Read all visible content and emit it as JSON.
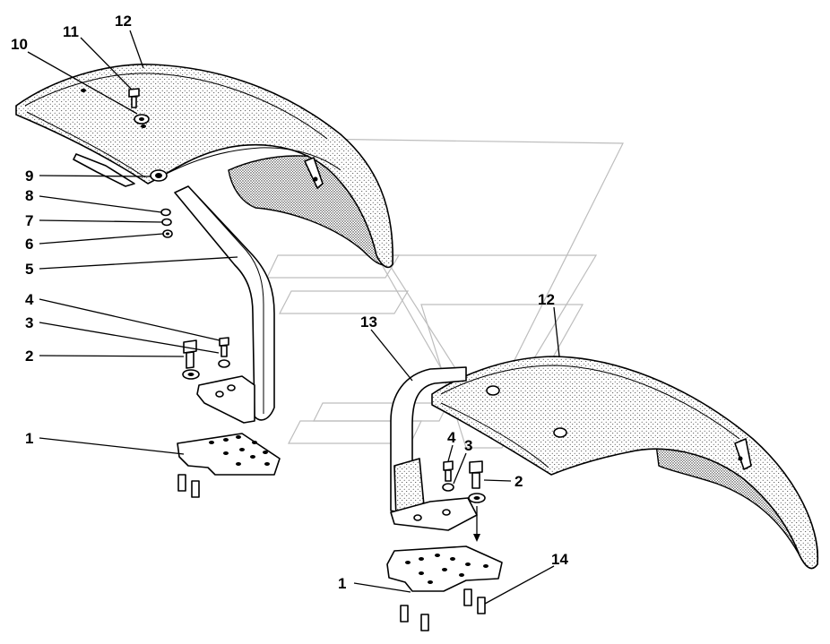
{
  "diagram": {
    "type": "exploded parts diagram",
    "callouts": [
      {
        "id": "c10",
        "text": "10"
      },
      {
        "id": "c11",
        "text": "11"
      },
      {
        "id": "c12a",
        "text": "12"
      },
      {
        "id": "c9",
        "text": "9"
      },
      {
        "id": "c8",
        "text": "8"
      },
      {
        "id": "c7",
        "text": "7"
      },
      {
        "id": "c6",
        "text": "6"
      },
      {
        "id": "c5",
        "text": "5"
      },
      {
        "id": "c4a",
        "text": "4"
      },
      {
        "id": "c3a",
        "text": "3"
      },
      {
        "id": "c2a",
        "text": "2"
      },
      {
        "id": "c1a",
        "text": "1"
      },
      {
        "id": "c13",
        "text": "13"
      },
      {
        "id": "c12b",
        "text": "12"
      },
      {
        "id": "c4b",
        "text": "4"
      },
      {
        "id": "c3b",
        "text": "3"
      },
      {
        "id": "c2b",
        "text": "2"
      },
      {
        "id": "c14",
        "text": "14"
      },
      {
        "id": "c1b",
        "text": "1"
      }
    ]
  }
}
